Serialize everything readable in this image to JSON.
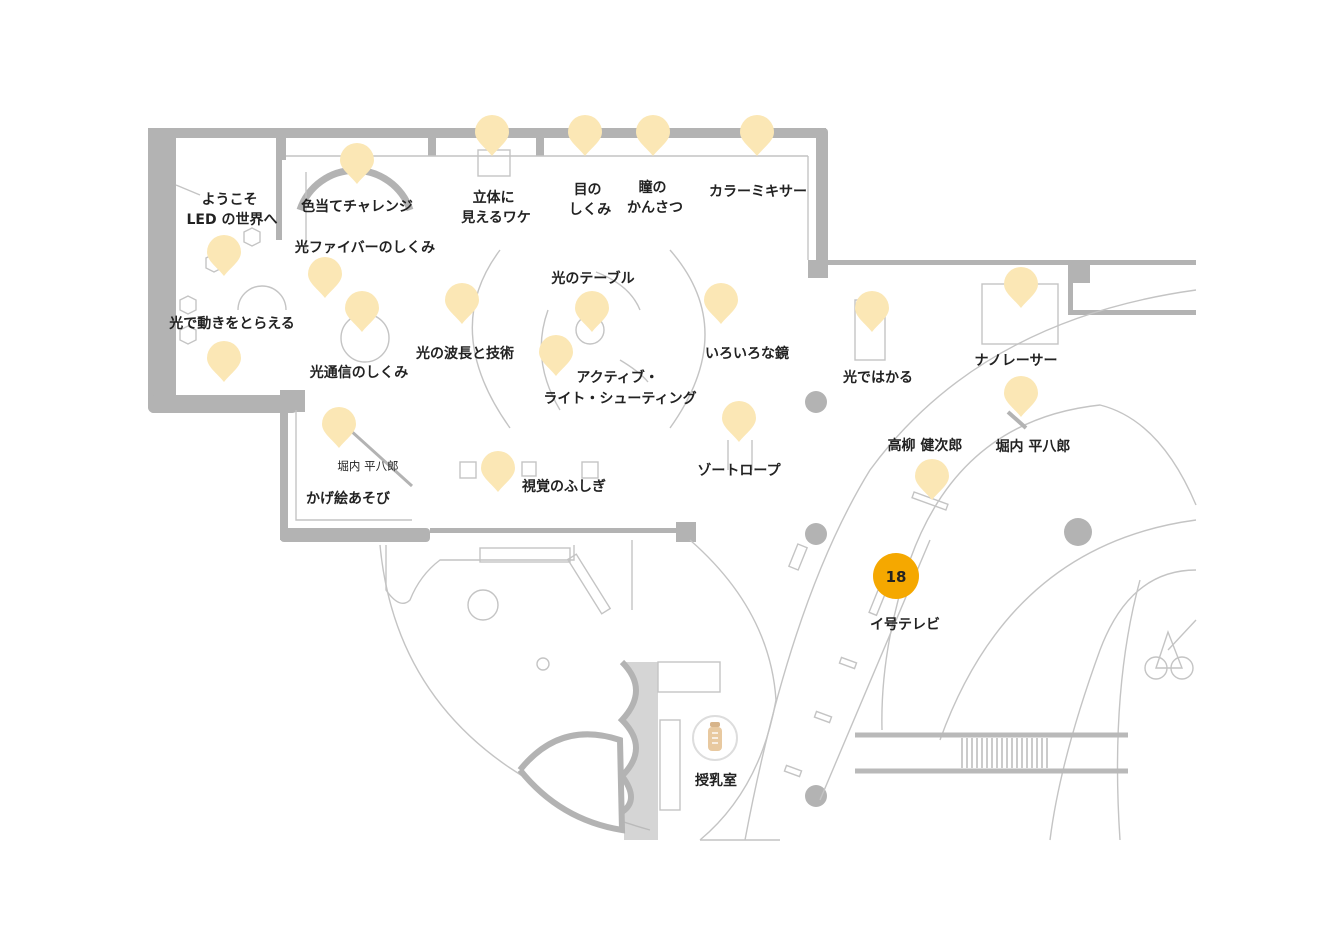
{
  "colors": {
    "wall": "#b3b3b3",
    "thin_line": "#c4c4c4",
    "pin": "#fbe7b5",
    "active_marker": "#f5a800",
    "text": "#222222"
  },
  "exhibits": [
    {
      "lines": [
        "ようこそ",
        "LED の世界へ"
      ]
    },
    {
      "lines": [
        "色当てチャレンジ"
      ]
    },
    {
      "lines": [
        "光ファイバーのしくみ"
      ]
    },
    {
      "lines": [
        "立体に",
        "見えるワケ"
      ]
    },
    {
      "lines": [
        "目の",
        "しくみ"
      ]
    },
    {
      "lines": [
        "瞳の",
        "かんさつ"
      ]
    },
    {
      "lines": [
        "カラーミキサー"
      ]
    },
    {
      "lines": [
        "光で動きをとらえる"
      ]
    },
    {
      "lines": [
        "光通信のしくみ"
      ]
    },
    {
      "lines": [
        "光の波長と技術"
      ]
    },
    {
      "lines": [
        "光のテーブル"
      ]
    },
    {
      "lines": [
        "アクティブ・",
        "ライト・シューティング"
      ]
    },
    {
      "lines": [
        "いろいろな鏡"
      ]
    },
    {
      "lines": [
        "光ではかる"
      ]
    },
    {
      "lines": [
        "ナノレーサー"
      ]
    },
    {
      "lines": [
        "堀内 平八郎"
      ]
    },
    {
      "lines": [
        "かげ絵あそび"
      ]
    },
    {
      "lines": [
        "視覚のふしぎ"
      ]
    },
    {
      "lines": [
        "ゾートロープ"
      ]
    },
    {
      "lines": [
        "高柳 健次郎"
      ]
    },
    {
      "lines": [
        "堀内 平八郎"
      ]
    },
    {
      "lines": [
        "イ号テレビ"
      ]
    }
  ],
  "active_marker": {
    "number": "18"
  },
  "facility": {
    "label": "授乳室",
    "icon": "baby-bottle-icon"
  },
  "pin_icon": "map-pin-icon"
}
